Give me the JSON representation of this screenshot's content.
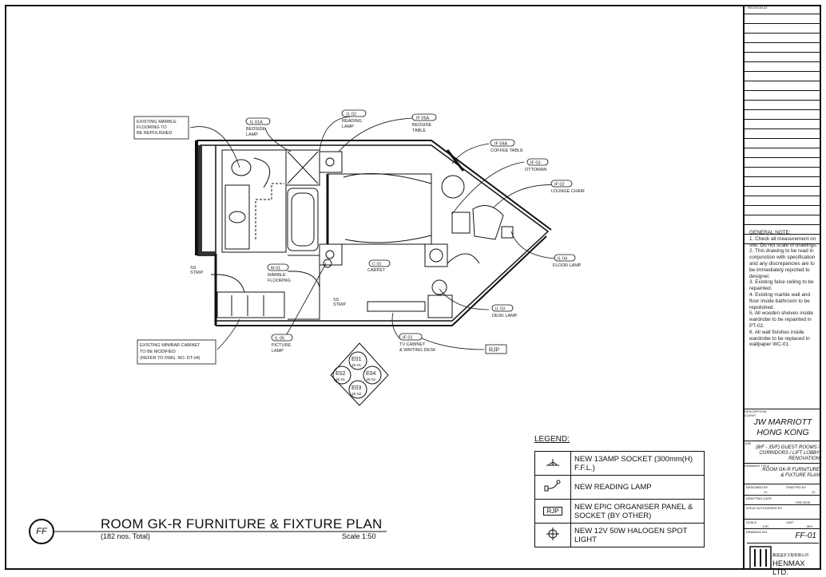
{
  "drawing": {
    "title": "ROOM GK-R FURNITURE & FIXTURE PLAN",
    "subtitle": "(182 nos. Total)",
    "scale": "Scale  1:50",
    "ref_bubble": "FF"
  },
  "callouts": {
    "existing_marble": [
      "EXISTING MARBLE",
      "FLOORING TO",
      "BE REPOLISHED"
    ],
    "bedside_lamp": {
      "tag": "IL 01A",
      "text": [
        "BEDSIDE",
        "LAMP"
      ]
    },
    "reading_lamp": {
      "tag": "IL 02",
      "text": [
        "READING",
        "LAMP"
      ]
    },
    "bedside_table": {
      "tag": "IF 05A",
      "text": [
        "BEDSIDE",
        "TABLE"
      ]
    },
    "coffee_table": {
      "tag": "IF 04A",
      "text": [
        "COFFEE TABLE"
      ]
    },
    "ottoman": {
      "tag": "IF 03",
      "text": [
        "OTTOMAN"
      ]
    },
    "lounge_chair": {
      "tag": "IF 02",
      "text": [
        "LOUNGE CHAIR"
      ]
    },
    "floor_lamp": {
      "tag": "IL 04",
      "text": [
        "FLOOR LAMP"
      ]
    },
    "desk_lamp": {
      "tag": "IL 03",
      "text": [
        "DESK LAMP"
      ]
    },
    "tv_cabinet": {
      "tag": "IF 01",
      "text": [
        "TV CABINET",
        "& WRITING DESK"
      ]
    },
    "picture_lamp": {
      "tag": "IL 05",
      "text": [
        "PICTURE",
        "LAMP"
      ]
    },
    "marble_flooring": {
      "tag": "M 01",
      "text": [
        "MARBLE",
        "FLOORING"
      ]
    },
    "carpet": {
      "tag": "C 01",
      "text": [
        "CARPET"
      ]
    },
    "strip_a": [
      "SS",
      "STRIP"
    ],
    "strip_b": [
      "SS",
      "STRIP"
    ],
    "minibar": [
      "EXISTING MINIBAR CABINET",
      "TO BE MODIFIED",
      "(REFER TO DWG. NO. DT-04)"
    ],
    "rjp": "RJP"
  },
  "elevations": [
    {
      "tag": "E01",
      "ref": "1E-01"
    },
    {
      "tag": "E02",
      "ref": "1E-01"
    },
    {
      "tag": "E04",
      "ref": "1E-02"
    },
    {
      "tag": "E03",
      "ref": "1E-02"
    }
  ],
  "legend": {
    "title": "LEGEND:",
    "rows": [
      {
        "icon": "socket-icon",
        "label": "NEW 13AMP SOCKET (300mm(H) F.F.L.)"
      },
      {
        "icon": "reading-lamp-icon",
        "label": "NEW READING LAMP"
      },
      {
        "icon": "rjp-icon",
        "symbol": "RJP",
        "label": "NEW EPIC ORGANISER PANEL & SOCKET (BY OTHER)"
      },
      {
        "icon": "halogen-spot-icon",
        "label": "NEW 12V 50W HALOGEN SPOT LIGHT"
      }
    ]
  },
  "title_block": {
    "revision_label": "REVISION AT",
    "general_note_title": "GENERAL NOTE:",
    "notes": [
      "1. Check all measurement on site. Do not scale of drawings.",
      "2. This drawing to be read in conjunction with specification and any discrepancies are to be immediately reported to designer.",
      "3. Existing false ceiling to be repainted.",
      "4. Existing marble wall and floor inside bathroom to be repolished.",
      "5. All wooden shelves inside wardrobe to be repainted in PT-02.",
      "6. All wall finishes inside wardrobe to be replaced in wallpaper WC-01."
    ],
    "description_label": "DESCRIPTION",
    "client_label": "CLIENT",
    "client": [
      "JW MARRIOTT",
      "HONG KONG"
    ],
    "job_label": "JOB",
    "job": [
      "(8/F - 35/F) GUEST ROOMS /",
      "CORRIDORS / LIFT LOBBY",
      "RENOVATION"
    ],
    "drawing_title_label": "DRAWING TITLE",
    "drawing_title": [
      "ROOM GK-R FURNITURE",
      "& FIXTURE PLAN"
    ],
    "designed_by_label": "DESIGNED BY",
    "designed_by": "JC",
    "drafted_by_label": "DRAFTED BY",
    "drafted_by": "JC",
    "drafting_date_label": "DRAFTING DATE",
    "drafting_date": "FEB 2008",
    "issue_label": "ISSUE AUTHORIZED BY",
    "scale_label": "SCALE",
    "scale": "1:50",
    "unit_label": "UNIT",
    "unit": "MM",
    "drawing_no_label": "DRAWING NO.",
    "drawing_no": "FF-01",
    "company_cn": "興美設計工程有限公司",
    "company": "HENMAX LTD."
  }
}
